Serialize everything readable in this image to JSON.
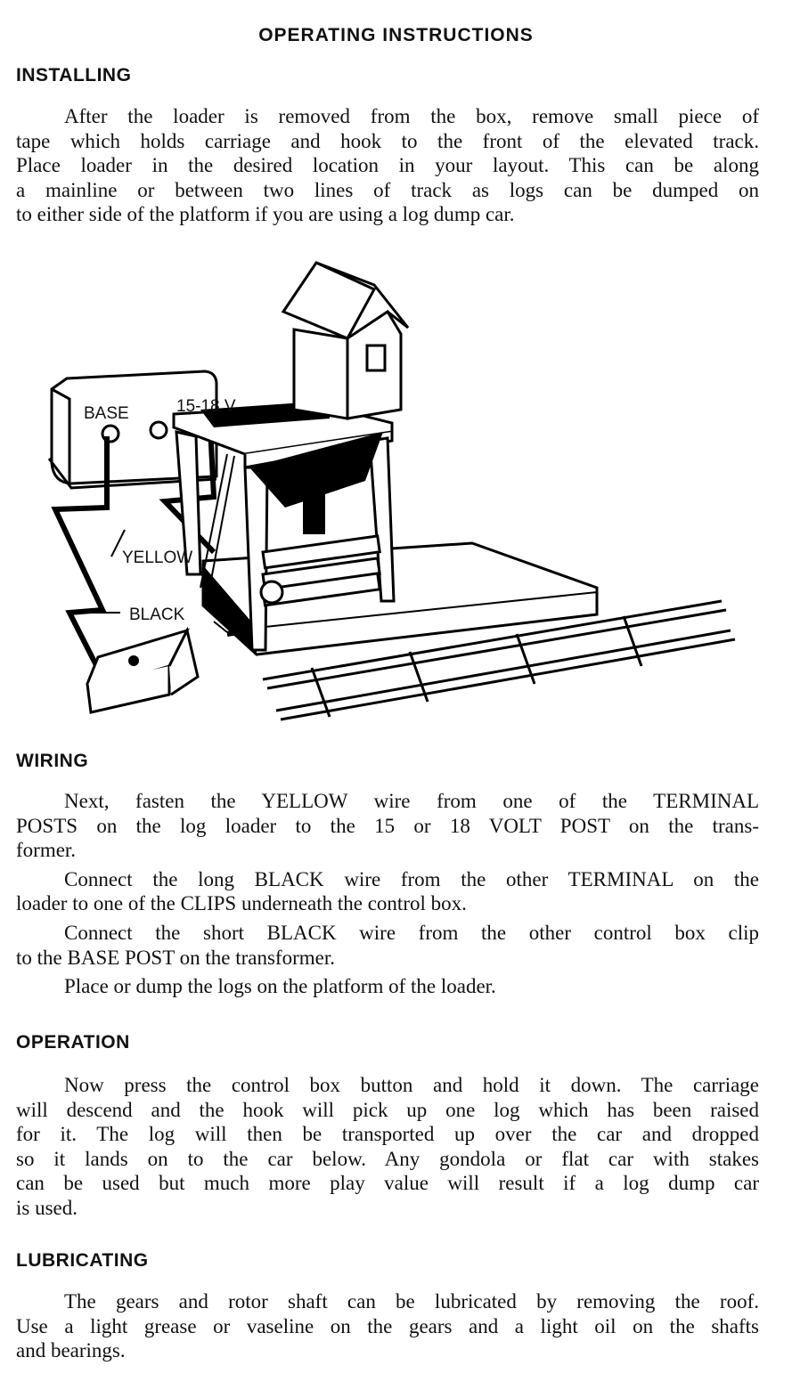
{
  "title": "OPERATING INSTRUCTIONS",
  "sections": {
    "installing": {
      "heading": "INSTALLING",
      "paragraphs": [
        [
          "After the loader is removed from the box, remove small piece of",
          "tape which holds carriage and hook to the front of the elevated track.",
          "Place loader in the desired location in your layout. This can be along",
          "a mainline or between two lines of track as logs can be dumped on",
          "to either side of the platform if you are using a log dump car."
        ]
      ]
    },
    "wiring": {
      "heading": "WIRING",
      "paragraphs": [
        [
          "Next, fasten the YELLOW wire from one of the TERMINAL",
          "POSTS on the log loader to the 15 or 18 VOLT POST on the trans-",
          "former."
        ],
        [
          "Connect the long BLACK wire from the other TERMINAL on the",
          "loader to one of the CLIPS underneath the control box."
        ],
        [
          "Connect the short BLACK wire from the other control box clip",
          "to the BASE POST on the transformer."
        ],
        [
          "Place or dump the logs on the platform of the loader."
        ]
      ]
    },
    "operation": {
      "heading": "OPERATION",
      "paragraphs": [
        [
          "Now press the control box button and hold it down. The carriage",
          "will descend and the hook will pick up one log which has been raised",
          "for it. The log will then be transported up over the car and dropped",
          "so it lands on to the car below. Any gondola or flat car with stakes",
          "can be used but much more play value will result if a log dump car",
          "is used."
        ]
      ]
    },
    "lubricating": {
      "heading": "LUBRICATING",
      "paragraphs": [
        [
          "The gears and rotor shaft can be lubricated by removing the roof.",
          "Use a light grease or vaseline on the gears and a light oil on the shafts",
          "and bearings."
        ]
      ]
    }
  },
  "figure": {
    "labels": {
      "base": "BASE",
      "voltage": "15-18 V",
      "yellow": "YELLOW",
      "black": "BLACK"
    }
  }
}
